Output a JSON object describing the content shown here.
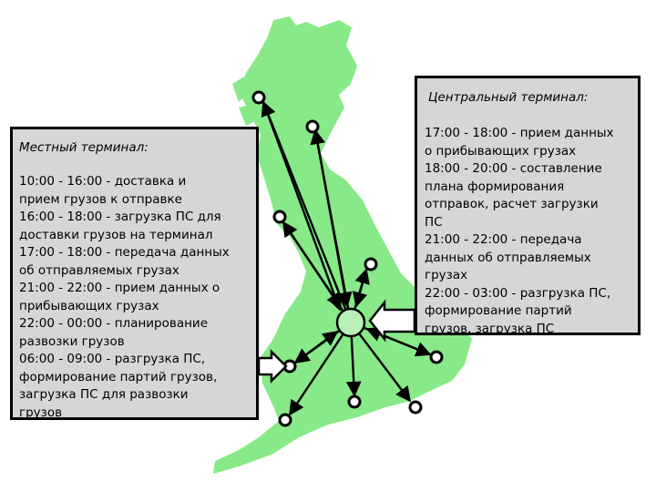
{
  "colors": {
    "land": "#88e988",
    "panel": "#d6d6d6",
    "stroke": "#000000"
  },
  "local_terminal": {
    "title": "Местный терминал:",
    "lines": [
      "10:00 - 16:00 - доставка и",
      "прием грузов к отправке",
      "16:00 - 18:00 - загрузка ПС для",
      "доставки грузов на терминал",
      "17:00 - 18:00 - передача данных",
      "об отправляемых грузах",
      "21:00 - 22:00 - прием данных о",
      "прибывающих грузах",
      "22:00 - 00:00 - планирование",
      "развозки грузов",
      "06:00 - 09:00 - разгрузка ПС,",
      "формирование партий грузов,",
      "загрузка ПС для развозки",
      " грузов"
    ]
  },
  "central_terminal": {
    "title": "Центральный терминал:",
    "lines": [
      "17:00 - 18:00 - прием данных",
      "о прибывающих грузах",
      "18:00 - 20:00 - составление",
      "плана формирования",
      "отправок, расчет загрузки",
      "ПС",
      "21:00 - 22:00 - передача",
      "данных об отправляемых",
      "грузах",
      "22:00 - 03:00 - разгрузка ПС,",
      "формирование партий",
      "грузов, загрузка ПС"
    ]
  },
  "icons": {
    "hub": "central-hub-icon",
    "terminal": "local-terminal-icon",
    "arrow": "block-arrow-icon"
  }
}
